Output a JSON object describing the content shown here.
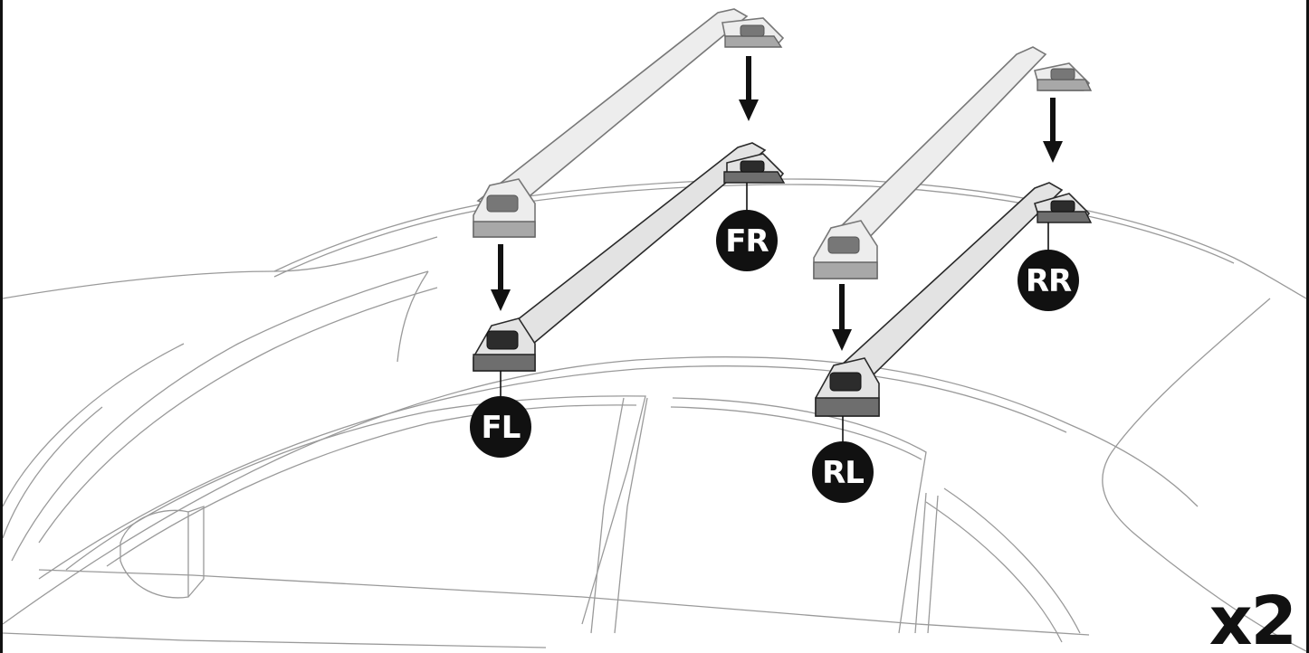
{
  "labels": {
    "front_left": "FL",
    "front_right": "FR",
    "rear_left": "RL",
    "rear_right": "RR"
  },
  "multiplier": "x2",
  "colors": {
    "line": "#111111",
    "car_outline": "#9a9a9a",
    "bar_fill": "#e3e3e3",
    "foot_fill": "#6e6e6e",
    "badge_fill": "#111111",
    "badge_text": "#ffffff"
  },
  "icons": {
    "arrow": "down-arrow-icon",
    "badge": "position-badge-icon"
  }
}
